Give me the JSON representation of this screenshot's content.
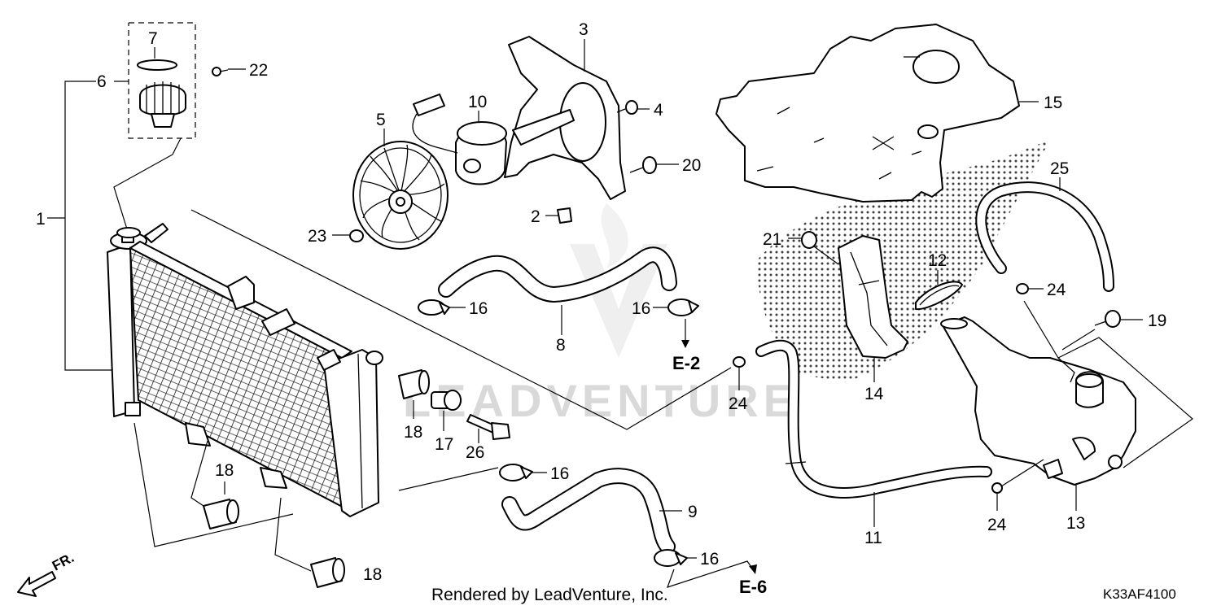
{
  "callouts": [
    {
      "id": "1",
      "text": "1"
    },
    {
      "id": "2",
      "text": "2"
    },
    {
      "id": "3",
      "text": "3"
    },
    {
      "id": "4",
      "text": "4"
    },
    {
      "id": "5",
      "text": "5"
    },
    {
      "id": "6",
      "text": "6"
    },
    {
      "id": "7",
      "text": "7"
    },
    {
      "id": "8",
      "text": "8"
    },
    {
      "id": "9",
      "text": "9"
    },
    {
      "id": "10",
      "text": "10"
    },
    {
      "id": "11",
      "text": "11"
    },
    {
      "id": "12",
      "text": "12"
    },
    {
      "id": "13",
      "text": "13"
    },
    {
      "id": "14",
      "text": "14"
    },
    {
      "id": "15",
      "text": "15"
    },
    {
      "id": "16",
      "text": "16"
    },
    {
      "id": "17",
      "text": "17"
    },
    {
      "id": "18",
      "text": "18"
    },
    {
      "id": "19",
      "text": "19"
    },
    {
      "id": "20",
      "text": "20"
    },
    {
      "id": "21",
      "text": "21"
    },
    {
      "id": "22",
      "text": "22"
    },
    {
      "id": "23",
      "text": "23"
    },
    {
      "id": "24",
      "text": "24"
    },
    {
      "id": "25",
      "text": "25"
    },
    {
      "id": "26",
      "text": "26"
    }
  ],
  "references": {
    "e2": "E-2",
    "e6": "E-6"
  },
  "watermark": "LEADVENTURE",
  "credit": "Rendered by LeadVenture, Inc.",
  "diagram_code": "K33AF4100",
  "direction_label": "FR."
}
